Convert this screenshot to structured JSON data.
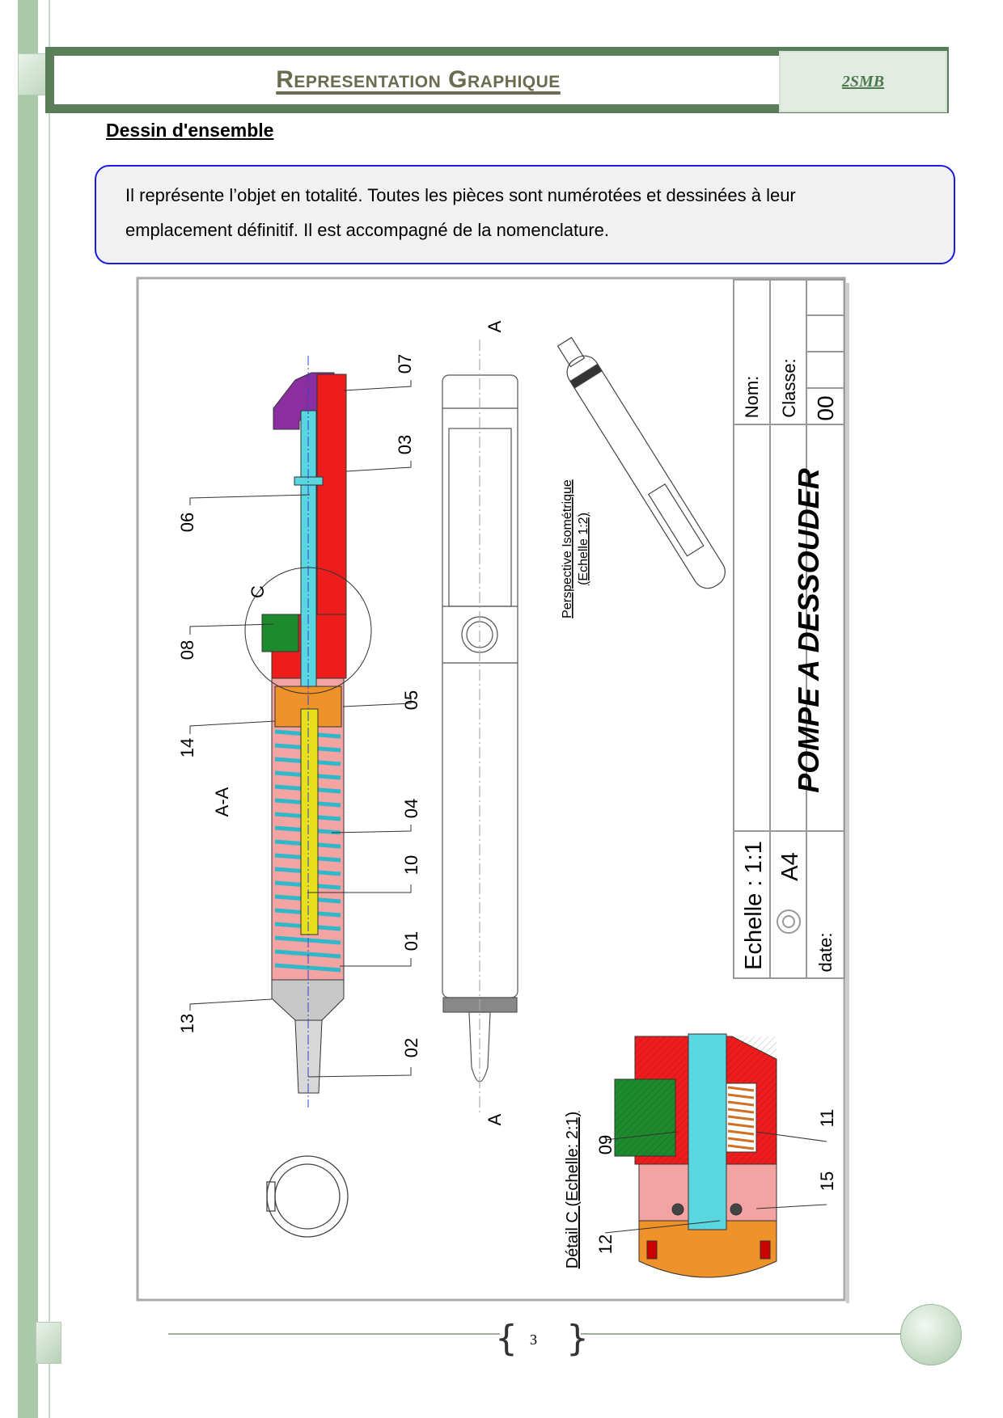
{
  "header": {
    "title": "Representation Graphique",
    "class_label": "2SMB"
  },
  "section": {
    "title": "Dessin d'ensemble"
  },
  "definition": {
    "line1": "Il représente l’objet en totalité. Toutes les pièces sont numérotées et dessinées à leur",
    "line2": "emplacement définitif. Il est accompagné de la nomenclature."
  },
  "drawing": {
    "section_label": "A-A",
    "detail_marker": "C",
    "cut_arrow": "A",
    "part_labels": {
      "p07": "07",
      "p03": "03",
      "p06": "06",
      "p08": "08",
      "p05": "05",
      "p14": "14",
      "p04": "04",
      "p10": "10",
      "p01": "01",
      "p13": "13",
      "p02": "02",
      "p09": "09",
      "p12": "12",
      "p11": "11",
      "p15": "15"
    },
    "iso_title": "Perspective Isométrique",
    "iso_scale": "(Echelle 1:2)",
    "detail_title": "Détail C (Echelle: 2:1)",
    "title_block": {
      "nom": "Nom:",
      "classe": "Classe:",
      "number": "00",
      "name": "POMPE A DESSOUDER",
      "scale": "Echelle : 1:1",
      "format": "A4",
      "date": "date:"
    }
  },
  "footer": {
    "page": "3"
  }
}
